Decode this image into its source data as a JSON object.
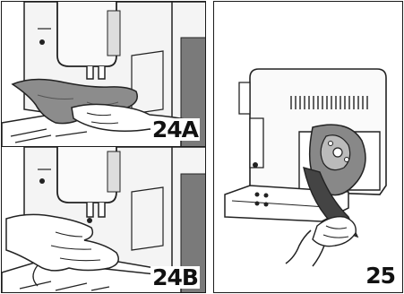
{
  "figures": [
    {
      "id": "24a",
      "label": "24A",
      "icon": "cloth-wiping-nozzle-illustration"
    },
    {
      "id": "24b",
      "label": "24B",
      "icon": "hand-holding-nozzle-illustration"
    },
    {
      "id": "25",
      "label": "25",
      "icon": "brew-unit-removal-illustration"
    }
  ]
}
